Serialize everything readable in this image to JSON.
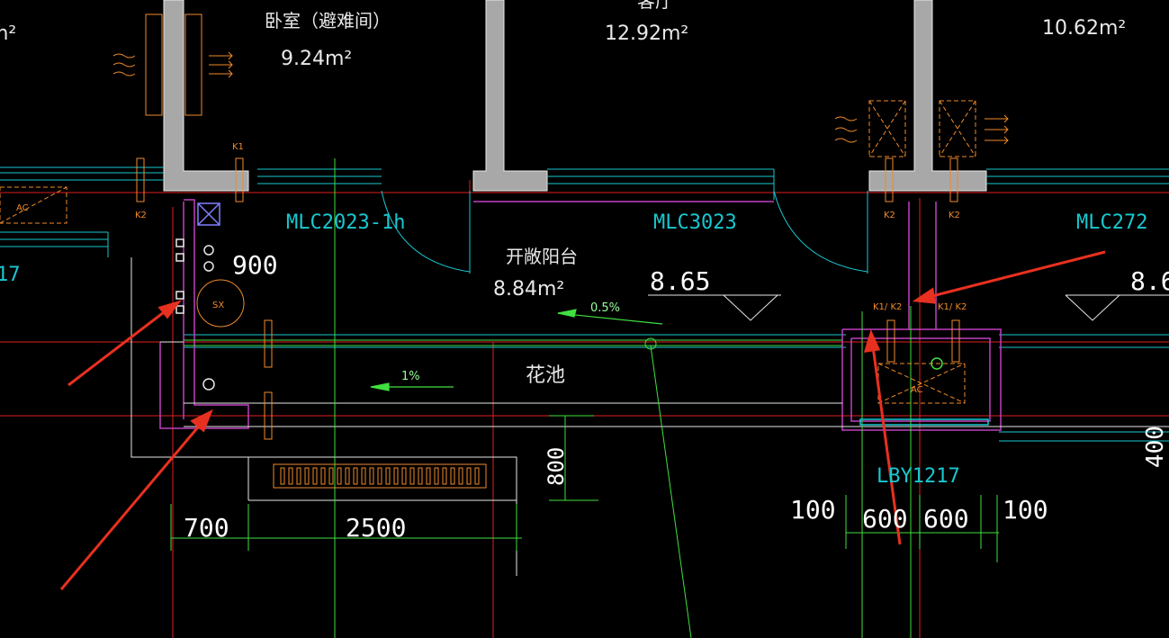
{
  "rooms": {
    "bedroom_refuge": {
      "name": "卧室（避难间）",
      "area": "9.24m²"
    },
    "living": {
      "name_partial": "客厅",
      "area": "12.92m²"
    },
    "right_room": {
      "area": "10.62m²"
    },
    "left_edge_area": "m²",
    "open_balcony": {
      "name": "开敞阳台",
      "area": "8.84m²"
    },
    "planter": {
      "name": "花池"
    }
  },
  "window_tags": {
    "mlc_left": "MLC2023-1h",
    "mlc_mid": "MLC3023",
    "mlc_right": "MLC272",
    "lby": "LBY1217",
    "left_cut": "17"
  },
  "elevations": {
    "main": "8.65",
    "right": "8.6"
  },
  "slopes": {
    "balcony": "0.5%",
    "planter": "1%"
  },
  "dimensions": {
    "d900": "900",
    "d700": "700",
    "d2500": "2500",
    "d800": "800",
    "d100_left": "100",
    "d600_a": "600",
    "d600_b": "600",
    "d100_right": "100",
    "d400": "400"
  },
  "equipment": {
    "ac": "AC",
    "sx": "SX",
    "k1": "K1",
    "k2": "K2",
    "k1k2": "K1/ K2"
  },
  "colors": {
    "background": "#000000",
    "wall_fill": "#a8a8a8",
    "cyan": "#18c8d0",
    "magenta": "#c040c0",
    "red": "#e02020",
    "orange": "#f08a2a",
    "green": "#40e040",
    "white": "#ffffff",
    "arrow": "#e83020"
  }
}
